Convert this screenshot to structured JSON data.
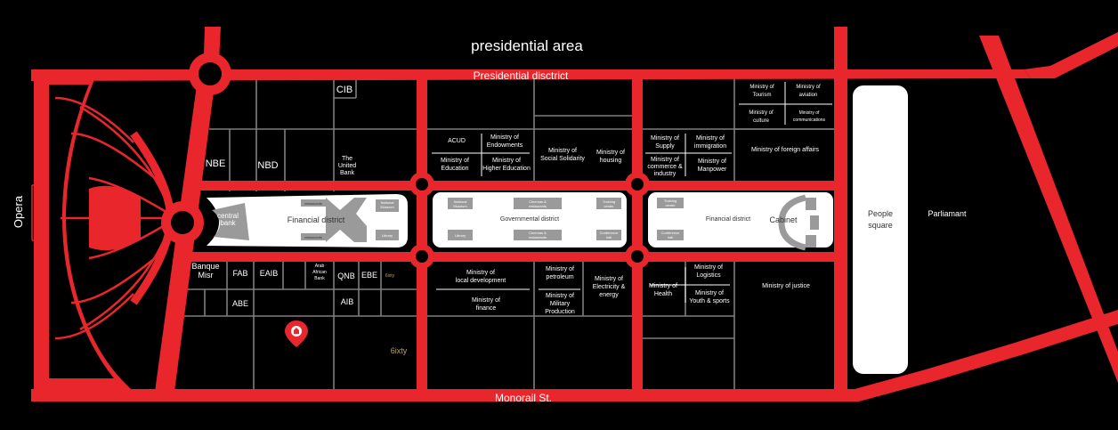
{
  "top_area": "presidential area",
  "roads": {
    "north": "Presidential disctrict",
    "south": "Monorail St."
  },
  "opera": "Opera",
  "districts": {
    "financial_west": "Financial district",
    "governmental": "Governmental district",
    "financial_east": "Financial district",
    "cabinet": "Cabinet",
    "people_square": [
      "People",
      "square"
    ],
    "parliament": "Parliamant"
  },
  "buildings": {
    "cib": "CIB",
    "nbe": "NBE",
    "nbd": "NBD",
    "united_bank": [
      "The",
      "United",
      "Bank"
    ],
    "central_bank": [
      "central",
      "bank"
    ],
    "banque_misr": [
      "Banque",
      "Misr"
    ],
    "fab": "FAB",
    "eaib": "EAIB",
    "abe": "ABE",
    "arab_african": [
      "Arab",
      "African",
      "Bank"
    ],
    "qnb": "QNB",
    "ebe": "EBE",
    "aib": "AIB",
    "sixty_small": "6ixty",
    "sixty_large": "6ixty"
  },
  "financial_blocks": {
    "restaurants_top": "restaurants",
    "restaurants_bottom": "restaurants",
    "national_museum": [
      "National",
      "Museum"
    ],
    "library": "Library"
  },
  "gov_blocks": {
    "national_museum": [
      "National",
      "Museum"
    ],
    "cinemas_top": [
      "Cinemas &",
      "restaurants"
    ],
    "training_center": [
      "Training",
      "center"
    ],
    "library": "Library",
    "cinemas_bottom": [
      "Cinemas &",
      "restaurants"
    ],
    "conference_hall": [
      "Conference",
      "hall"
    ]
  },
  "east_blocks": {
    "training_center": [
      "Training",
      "center"
    ],
    "conference_hall": [
      "Conference",
      "hall"
    ]
  },
  "ministries": {
    "acud": "ACUD",
    "endowments": [
      "Ministry of",
      "Endowments"
    ],
    "education": [
      "Ministry of",
      "Education"
    ],
    "higher_education": [
      "Ministry of",
      "Higher Education"
    ],
    "social_solidarity": [
      "Ministry of",
      "Social Solidarity"
    ],
    "housing": [
      "Ministry of",
      "housing"
    ],
    "supply": [
      "Ministry of",
      "Supply"
    ],
    "immigration": [
      "Ministry of",
      "immigration"
    ],
    "commerce": [
      "Ministry of",
      "commerce &",
      "industry"
    ],
    "manpower": [
      "Ministry of",
      "Manpower"
    ],
    "tourism": [
      "Ministry of",
      "Tourism"
    ],
    "aviation": [
      "Ministry of",
      "aviation"
    ],
    "culture": [
      "Ministry of",
      "culture"
    ],
    "communications": [
      "Ministry of",
      "communications"
    ],
    "foreign_affairs": "Ministry of foreign affairs",
    "local_development": [
      "Ministry of",
      "local development"
    ],
    "finance": [
      "Ministry of",
      "finance"
    ],
    "petroleum": [
      "Ministry of",
      "petroleum"
    ],
    "military_production": [
      "Ministry of",
      "Military",
      "Production"
    ],
    "electricity": [
      "Ministry of",
      "Electricity &",
      "energy"
    ],
    "health": [
      "Ministry of",
      "Health"
    ],
    "logistics": [
      "Ministry of",
      "Logistics"
    ],
    "youth_sports": [
      "Ministry of",
      "Youth & sports"
    ],
    "justice": "Ministry of justice"
  },
  "colors": {
    "road": "#e8262c",
    "background": "#000000",
    "grid": "#7d7d7d",
    "block": "#9a9a9a",
    "sixty_gold": "#b9a06a"
  },
  "icons": {
    "location_pin": "location-pin-icon"
  }
}
